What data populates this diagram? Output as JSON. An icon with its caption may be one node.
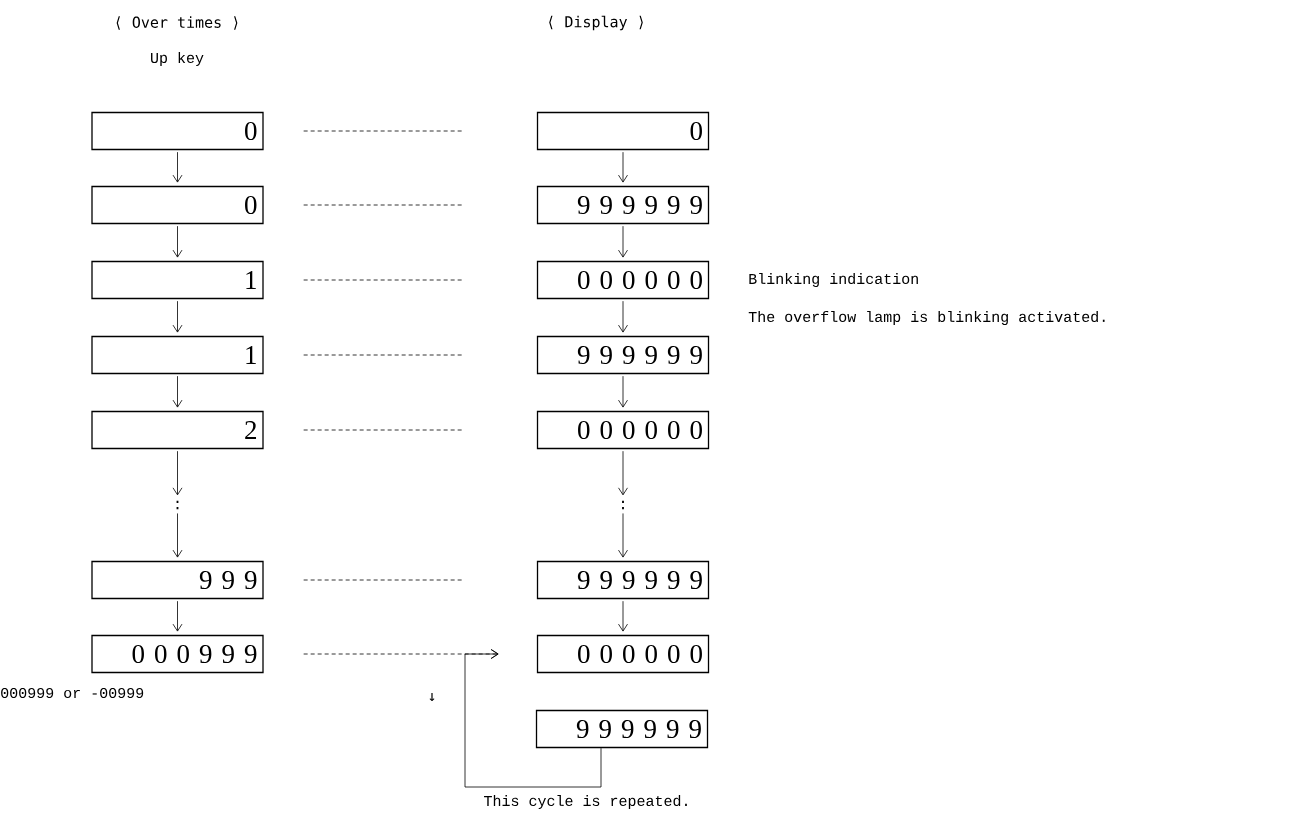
{
  "diagram": {
    "nodes": [
      {
        "text": [
          "0"
        ]
      },
      {
        "text": [
          "0"
        ]
      },
      {
        "text": [
          "1"
        ]
      },
      {
        "text": [
          "1"
        ]
      },
      {
        "text": [
          "2"
        ]
      },
      {
        "text": [
          ":"
        ]
      },
      {
        "text": [
          "9 9 9"
        ]
      },
      {
        "text": [
          "0 0 0 9 9 9"
        ],
        "beside": [
          "000999 or -00999"
        ]
      },
      {
        "text": [
          "0"
        ]
      },
      {
        "text": [
          "9 9 9 9 9 9"
        ]
      },
      {
        "text": [
          "0 0 0 0 0 0"
        ],
        "beside": [
          "Blinking indication",
          "The overflow lamp is blinking activated."
        ]
      },
      {
        "text": [
          "9 9 9 9 9 9"
        ]
      },
      {
        "text": [
          "0 0 0 0 0 0"
        ]
      },
      {
        "text": [
          ":"
        ]
      },
      {
        "text": [
          "9 9 9 9 9 9"
        ]
      },
      {
        "text": [
          "0 0 0 0 0 0"
        ]
      },
      {
        "text": [
          "9 9 9 9 9 9"
        ]
      }
    ],
    "edges": [
      {
        "from": 0,
        "to": 8,
        "arrow": "none",
        "style": "dashed"
      },
      {
        "from": 1,
        "to": 9,
        "arrow": "none",
        "style": "dashed"
      },
      {
        "from": 2,
        "to": 10,
        "arrow": "none",
        "style": "dashed"
      },
      {
        "from": 3,
        "to": 11,
        "arrow": "none",
        "style": "dashed"
      },
      {
        "from": 4,
        "to": 12,
        "arrow": "none",
        "style": "dashed"
      },
      {
        "from": 6,
        "to": 14,
        "arrow": "none",
        "style": "dashed"
      },
      {
        "from": 7,
        "to": 15,
        "arrow": "to",
        "style": "dashed"
      },
      {
        "from": 0,
        "to": 1,
        "arrow": "to"
      },
      {
        "from": 1,
        "to": 2,
        "arrow": "to"
      },
      {
        "from": 2,
        "to": 3,
        "arrow": "to"
      },
      {
        "from": 3,
        "to": 4,
        "arrow": "to"
      },
      {
        "from": 4,
        "to": 5,
        "arrow": "to"
      },
      {
        "from": 5,
        "to": 6,
        "arrow": "to"
      },
      {
        "from": 6,
        "to": 7,
        "arrow": "to"
      },
      {
        "from": 8,
        "to": 9,
        "arrow": "to"
      },
      {
        "from": 9,
        "to": 10,
        "arrow": "to"
      },
      {
        "from": 10,
        "to": 11,
        "arrow": "to"
      },
      {
        "from": 11,
        "to": 12,
        "arrow": "to"
      },
      {
        "from": 12,
        "to": 13,
        "arrow": "to"
      },
      {
        "from": 13,
        "to": 14,
        "arrow": "to"
      },
      {
        "from": 14,
        "to": 15,
        "arrow": "to"
      },
      {
        "from": 16,
        "to": 15,
        "arrow": "to",
        "label": "This cycle is repeated."
      }
    ],
    "labels": [
      "⟨ Over times ⟩",
      "Up key",
      "⟨ Display ⟩",
      "↓"
    ]
  }
}
